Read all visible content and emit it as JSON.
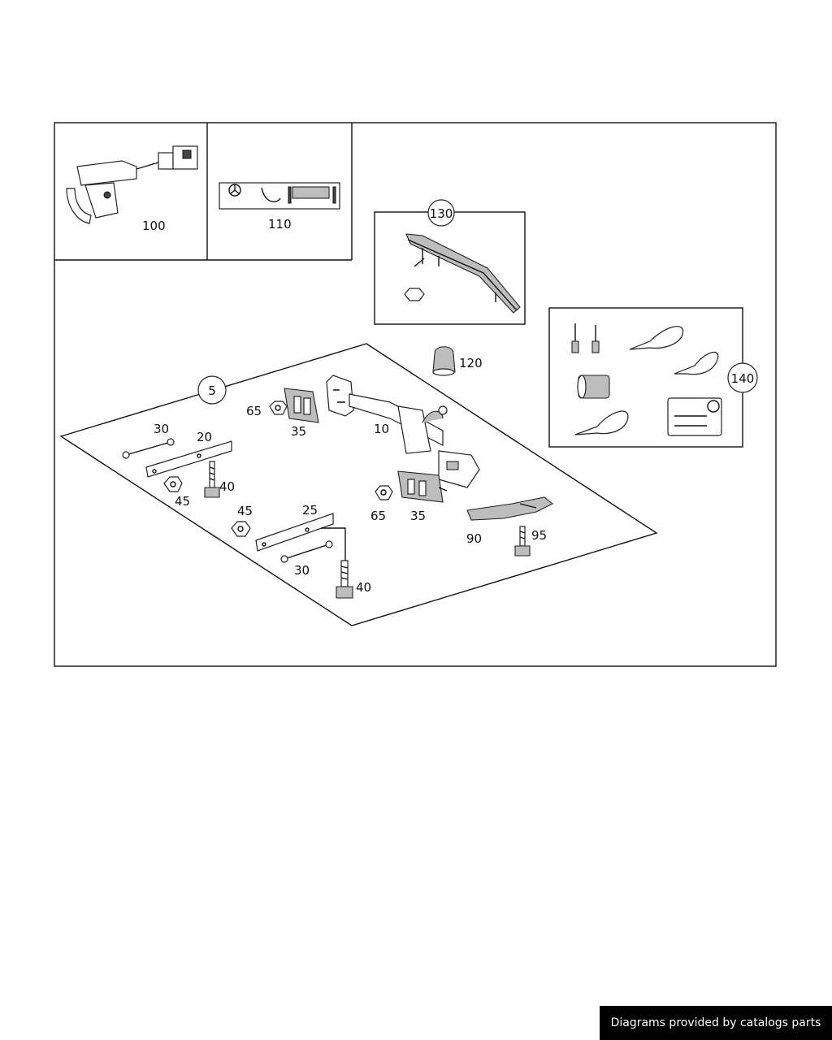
{
  "callouts": {
    "c5": "5",
    "c10": "10",
    "c20": "20",
    "c25": "25",
    "c30a": "30",
    "c30b": "30",
    "c35a": "35",
    "c35b": "35",
    "c40a": "40",
    "c40b": "40",
    "c45a": "45",
    "c45b": "45",
    "c65a": "65",
    "c65b": "65",
    "c90": "90",
    "c95": "95",
    "c100": "100",
    "c110": "110",
    "c120": "120",
    "c130": "130",
    "c140": "140"
  },
  "footer": {
    "credit": "Diagrams provided by catalogs parts"
  }
}
